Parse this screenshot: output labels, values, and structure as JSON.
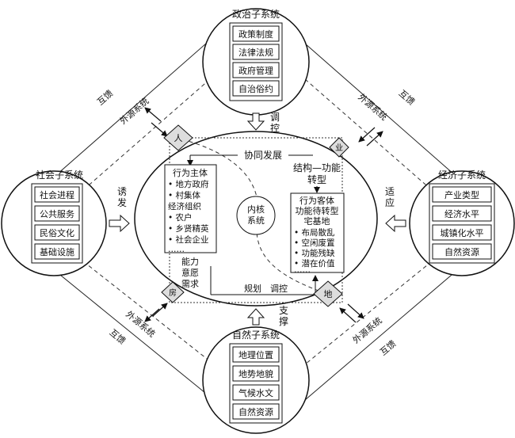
{
  "subsystems": {
    "political": {
      "title": "政治子系统",
      "items": [
        "政策制度",
        "法律法规",
        "政府管理",
        "自治俗约"
      ]
    },
    "social": {
      "title": "社会子系统",
      "items": [
        "社会进程",
        "公共服务",
        "民俗文化",
        "基础设施"
      ]
    },
    "economic": {
      "title": "经济子系统",
      "items": [
        "产业类型",
        "经济水平",
        "城镇化水平",
        "自然资源"
      ]
    },
    "natural": {
      "title": "自然子系统",
      "items": [
        "地理位置",
        "地势地貌",
        "气候水文",
        "自然资源"
      ]
    }
  },
  "edge_labels": {
    "feedback": "互馈",
    "external": "外源系统"
  },
  "influence_labels": {
    "regulate": "调控",
    "induce": "诱发",
    "adapt": "适应",
    "support": "支撑"
  },
  "core": {
    "coordination": "协同发展",
    "structure_function_1": "结构—功能",
    "structure_function_2": "转型",
    "core_system_1": "内核",
    "core_system_2": "系统",
    "capacity": [
      "能力",
      "意愿",
      "需求"
    ],
    "planning": "规划",
    "control": "调控",
    "node_person": "人",
    "node_industry": "业",
    "node_house": "房",
    "node_land": "地",
    "actor": {
      "title": "行为主体",
      "items": [
        "• 地方政府",
        "• 村集体",
        "  经济组织",
        "• 农户",
        "• 乡贤精英",
        "• 社会企业",
        "  ……"
      ]
    },
    "object": {
      "title_1": "行为客体",
      "title_2": "功能待转型",
      "title_3": "宅基地",
      "items": [
        "• 布局散乱",
        "• 空闲废置",
        "• 功能残缺",
        "• 潜在价值",
        "  ……"
      ]
    }
  }
}
